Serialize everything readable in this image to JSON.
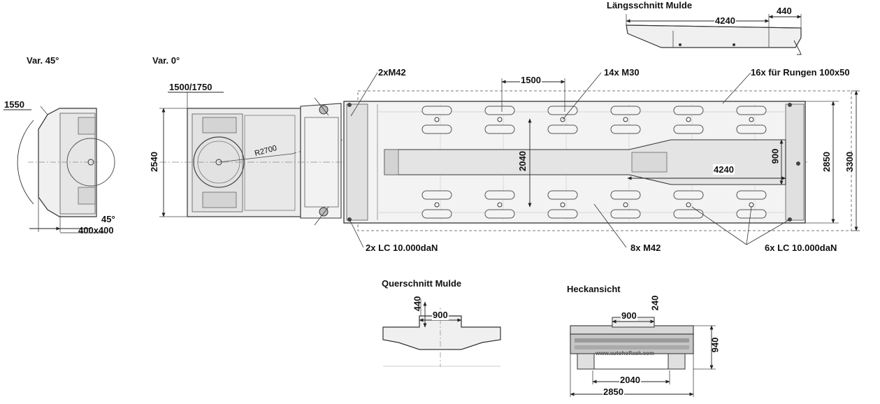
{
  "views": {
    "langsschnitt": {
      "title": "Längsschnitt Mulde",
      "dim_length": "4240",
      "dim_ramp": "440"
    },
    "var45": {
      "title": "Var. 45°",
      "dim_1550": "1550",
      "dim_angle": "45°",
      "dim_plate": "400x400"
    },
    "var0": {
      "title": "Var. 0°",
      "dim_kingpin": "1500/1750",
      "dim_width": "2540",
      "dim_radius": "R2700"
    },
    "main": {
      "callout_2xm42": "2xM42",
      "dim_1500": "1500",
      "callout_14xm30": "14x M30",
      "callout_16x": "16x für Rungen 100x50",
      "dim_2040": "2040",
      "dim_4240": "4240",
      "dim_900": "900",
      "dim_2850": "2850",
      "dim_3300": "3300",
      "callout_2xlc": "2x LC 10.000daN",
      "callout_8xm42": "8x M42",
      "callout_6xlc": "6x LC 10.000daN"
    },
    "querschnitt": {
      "title": "Querschnitt Mulde",
      "dim_depth": "440",
      "dim_width": "900"
    },
    "heckansicht": {
      "title": "Heckansicht",
      "dim_900": "900",
      "dim_240": "240",
      "dim_940": "940",
      "dim_2040": "2040",
      "dim_2850": "2850",
      "watermark": "www.autohoflack.com"
    }
  },
  "colors": {
    "line": "#333333",
    "dash": "#666666",
    "fill": "#e9e9e9"
  }
}
